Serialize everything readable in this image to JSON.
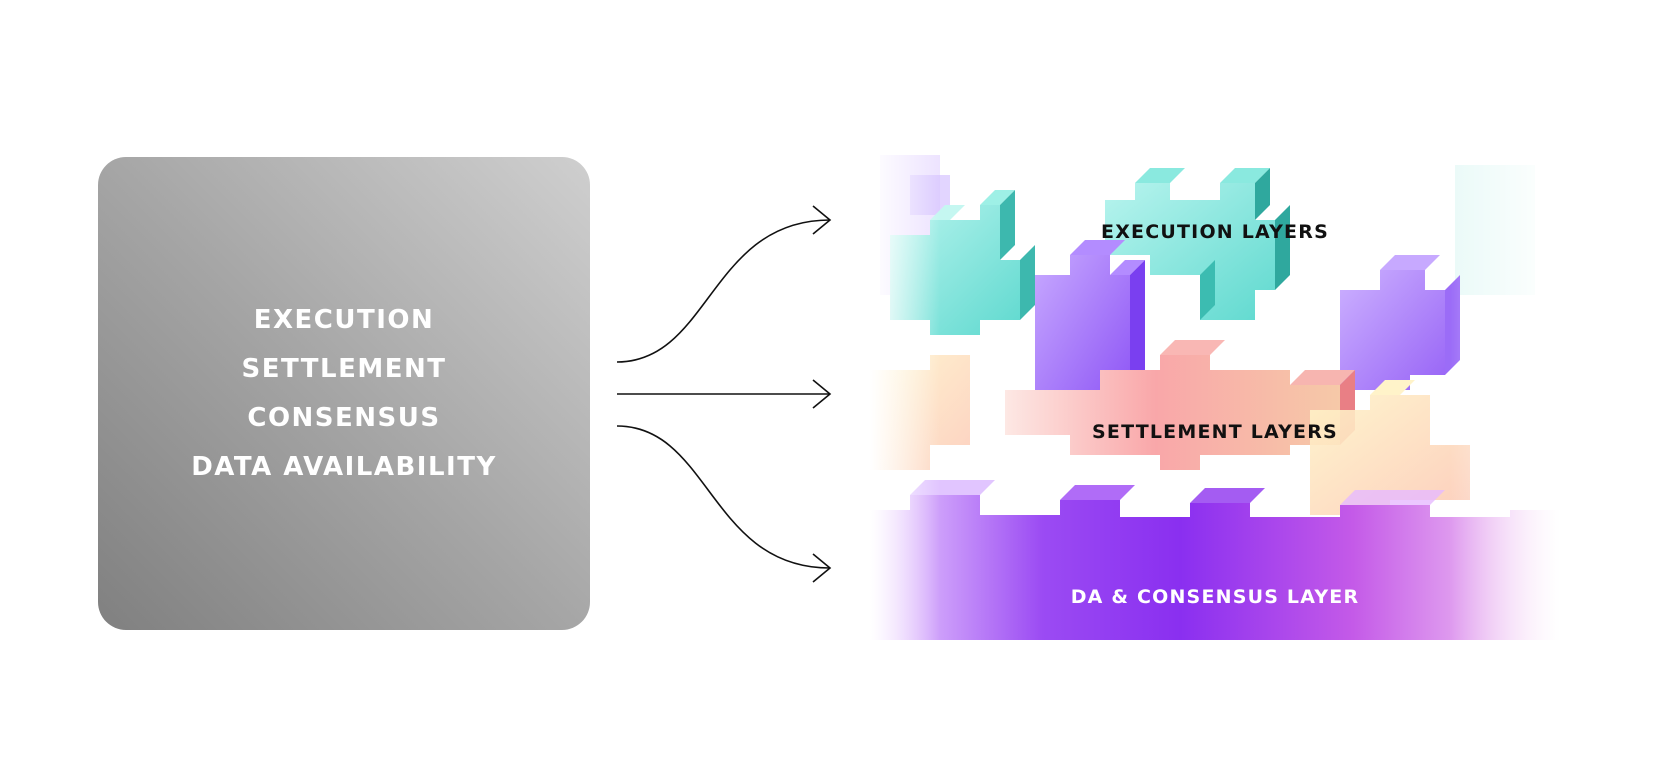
{
  "monolithic": {
    "lines": [
      "EXECUTION",
      "SETTLEMENT",
      "CONSENSUS",
      "DATA AVAILABILITY"
    ]
  },
  "modular": {
    "execution_label": "EXECUTION LAYERS",
    "settlement_label": "SETTLEMENT LAYERS",
    "da_label": "DA & CONSENSUS LAYER"
  },
  "colors": {
    "execution": "#7fe8df",
    "execution_accent": "#a98bff",
    "settlement": "#f7a1a6",
    "settlement_soft": "#fdd8b8",
    "da": "#8a2ff0",
    "da_pink": "#f6b8ee",
    "monolith_dark": "#808080",
    "monolith_light": "#cfcfcf"
  }
}
